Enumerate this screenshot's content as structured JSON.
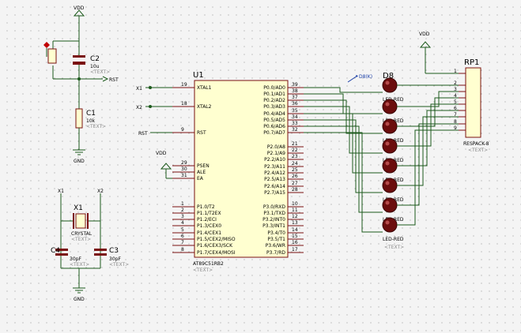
{
  "texts": {
    "vdd": "VDD",
    "gnd": "GND",
    "text_placeholder": "<TEXT>",
    "c2": {
      "ref": "C2",
      "value": "10u"
    },
    "c1": {
      "ref": "C1",
      "value": "10k"
    },
    "rst": "RST",
    "x1": "X1",
    "x2": "X2",
    "crystal": {
      "ref": "X1",
      "value": "CRYSTAL"
    },
    "c4": {
      "ref": "C4",
      "value": "30pF"
    },
    "c3": {
      "ref": "C3",
      "value": "30pF"
    },
    "u1": {
      "ref": "U1",
      "part": "AT89C51RB2"
    },
    "rp1": {
      "ref": "RP1",
      "part": "RESPACK-8"
    },
    "d8": {
      "ref": "D8",
      "part": "LED-RED"
    },
    "net_label": "D8(K)"
  },
  "u1_left_pins": [
    {
      "num": "19",
      "name": "XTAL1"
    },
    {
      "num": "18",
      "name": "XTAL2"
    },
    {
      "num": "9",
      "name": "RST"
    },
    {
      "num": "29",
      "name": "PSEN"
    },
    {
      "num": "30",
      "name": "ALE"
    },
    {
      "num": "31",
      "name": "EA"
    },
    {
      "num": "1",
      "name": "P1.0/T2"
    },
    {
      "num": "2",
      "name": "P1.1/T2EX"
    },
    {
      "num": "3",
      "name": "P1.2/ECI"
    },
    {
      "num": "4",
      "name": "P1.3/CEX0"
    },
    {
      "num": "5",
      "name": "P1.4/CEX1"
    },
    {
      "num": "6",
      "name": "P1.5/CEX2/MISO"
    },
    {
      "num": "7",
      "name": "P1.6/CEX3/SCK"
    },
    {
      "num": "8",
      "name": "P1.7/CEX4/MOSI"
    }
  ],
  "u1_right_pins": [
    {
      "num": "39",
      "name": "P0.0/AD0"
    },
    {
      "num": "38",
      "name": "P0.1/AD1"
    },
    {
      "num": "37",
      "name": "P0.2/AD2"
    },
    {
      "num": "36",
      "name": "P0.3/AD3"
    },
    {
      "num": "35",
      "name": "P0.4/AD4"
    },
    {
      "num": "34",
      "name": "P0.5/AD5"
    },
    {
      "num": "33",
      "name": "P0.6/AD6"
    },
    {
      "num": "32",
      "name": "P0.7/AD7"
    },
    {
      "num": "21",
      "name": "P2.0/A8"
    },
    {
      "num": "22",
      "name": "P2.1/A9"
    },
    {
      "num": "23",
      "name": "P2.2/A10"
    },
    {
      "num": "24",
      "name": "P2.3/A11"
    },
    {
      "num": "25",
      "name": "P2.4/A12"
    },
    {
      "num": "26",
      "name": "P2.5/A13"
    },
    {
      "num": "27",
      "name": "P2.6/A14"
    },
    {
      "num": "28",
      "name": "P2.7/A15"
    },
    {
      "num": "10",
      "name": "P3.0/RXD"
    },
    {
      "num": "11",
      "name": "P3.1/TXD"
    },
    {
      "num": "12",
      "name": "P3.2/INT0"
    },
    {
      "num": "13",
      "name": "P3.3/INT1"
    },
    {
      "num": "14",
      "name": "P3.4/T0"
    },
    {
      "num": "15",
      "name": "P3.5/T1"
    },
    {
      "num": "16",
      "name": "P3.6/WR"
    },
    {
      "num": "17",
      "name": "P3.7/RD"
    }
  ],
  "rp1_pins": [
    "1",
    "2",
    "3",
    "4",
    "5",
    "6",
    "7",
    "8",
    "9"
  ],
  "led_labels": [
    "LED-RED",
    "LED-RED",
    "LED-RED",
    "LED-RED",
    "LED-RED",
    "LED-RED",
    "LED-RED",
    "LED-RED"
  ],
  "colors": {
    "wire": "#1c5a1c",
    "pin": "#7a1010",
    "body": "#ffffd0",
    "led": "#6b0d0d"
  }
}
